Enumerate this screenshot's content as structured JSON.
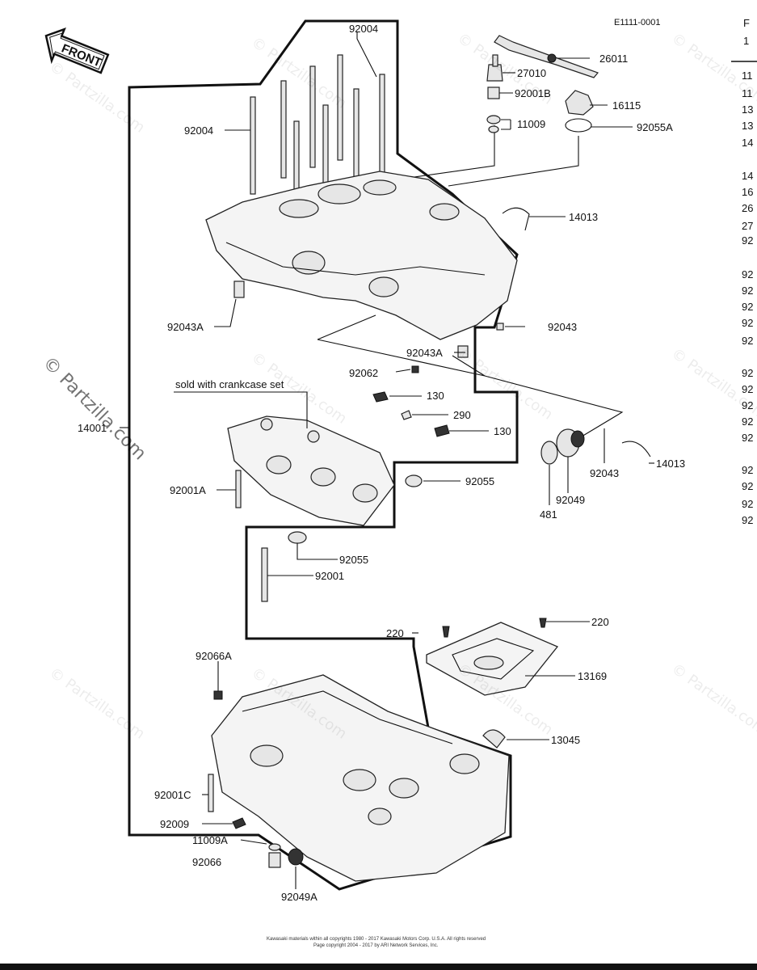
{
  "doc_code": "E1111-0001",
  "front_label": "FRONT",
  "watermark": "© Partzilla.com",
  "note": "sold with crankcase set",
  "footer_line1": "Kawasaki materials within all copyrights 1980 - 2017 Kawasaki Motors Corp. U.S.A. All rights reserved",
  "footer_line2": "Page copyright 2004 - 2017 by ARI Network Services, Inc.",
  "labels": {
    "l92004a": "92004",
    "l92004b": "92004",
    "l26011": "26011",
    "l27010": "27010",
    "l92001B": "92001B",
    "l11009": "11009",
    "l16115": "16115",
    "l92055A": "92055A",
    "l14013a": "14013",
    "l92043Aa": "92043A",
    "l92043a": "92043",
    "l92043Ab": "92043A",
    "l92062": "92062",
    "l130a": "130",
    "l290": "290",
    "l130b": "130",
    "l14001": "14001",
    "l92001A": "92001A",
    "l92055a": "92055",
    "l92043b": "92043",
    "l14013b": "14013",
    "l92049": "92049",
    "l481": "481",
    "l92055b": "92055",
    "l92001": "92001",
    "l220a": "220",
    "l220b": "220",
    "l13169": "13169",
    "l92066A": "92066A",
    "l13045": "13045",
    "l92001C": "92001C",
    "l92009": "92009",
    "l11009A": "11009A",
    "l92066": "92066",
    "l92049A": "92049A"
  },
  "right_column": [
    "F",
    "1",
    "11",
    "11",
    "13",
    "13",
    "14",
    "14",
    "16",
    "26",
    "27",
    "92",
    "92",
    "92",
    "92",
    "92",
    "92",
    "92",
    "92",
    "92",
    "92",
    "92",
    "92",
    "92",
    "92",
    "92"
  ]
}
